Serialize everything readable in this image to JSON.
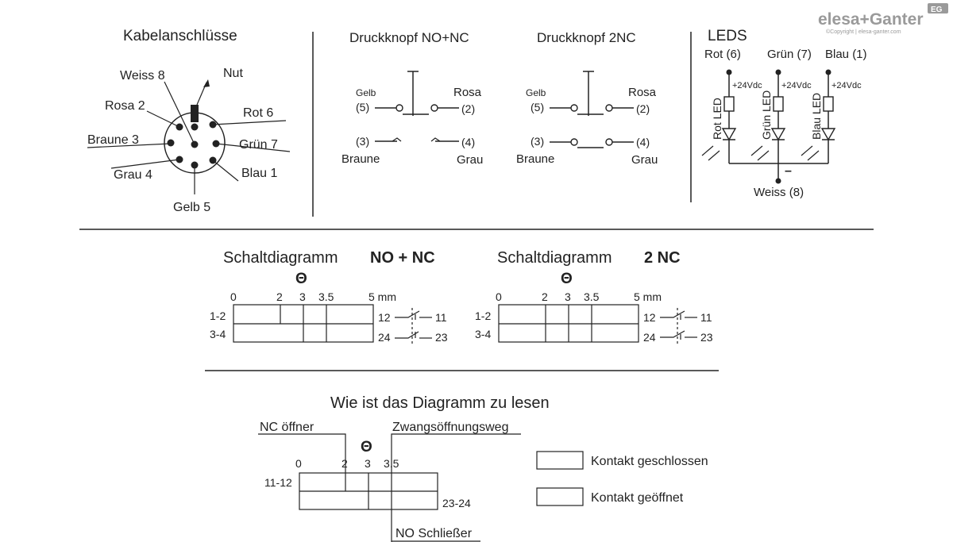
{
  "logo": {
    "text": "elesa+Ganter",
    "badge": "EG",
    "copyright": "©Copyright | elesa-ganter.com"
  },
  "connector": {
    "title": "Kabelanschlüsse",
    "notch": "Nut",
    "pins": [
      "Weiss 8",
      "Rosa 2",
      "Braune 3",
      "Grau 4",
      "Gelb 5",
      "Blau 1",
      "Grün 7",
      "Rot 6"
    ]
  },
  "button_no_nc": {
    "title": "Druckknopf NO+NC",
    "left_top": "Gelb",
    "left_top_num": "(5)",
    "right_top": "Rosa",
    "right_top_num": "(2)",
    "left_bottom_num": "(3)",
    "left_bottom": "Braune",
    "right_bottom_num": "(4)",
    "right_bottom": "Grau"
  },
  "button_2nc": {
    "title": "Druckknopf 2NC",
    "left_top": "Gelb",
    "left_top_num": "(5)",
    "right_top": "Rosa",
    "right_top_num": "(2)",
    "left_bottom_num": "(3)",
    "left_bottom": "Braune",
    "right_bottom_num": "(4)",
    "right_bottom": "Grau"
  },
  "leds": {
    "title": "LEDS",
    "columns": [
      {
        "top": "Rot (6)",
        "supply": "+24Vdc",
        "label": "Rot LED"
      },
      {
        "top": "Grün (7)",
        "supply": "+24Vdc",
        "label": "Grün LED"
      },
      {
        "top": "Blau (1)",
        "supply": "+24Vdc",
        "label": "Blau LED"
      }
    ],
    "minus": "–",
    "common": "Weiss (8)"
  },
  "switch_no_nc": {
    "title": "Schaltdiagramm",
    "title_bold": "NO + NC",
    "symbol": "Θ",
    "scale": [
      "0",
      "2",
      "3",
      "3.5",
      "5 mm"
    ],
    "rows": [
      "1-2",
      "3-4"
    ],
    "right": [
      "12",
      "11",
      "24",
      "23"
    ]
  },
  "switch_2nc": {
    "title": "Schaltdiagramm",
    "title_bold": "2 NC",
    "symbol": "Θ",
    "scale": [
      "0",
      "2",
      "3",
      "3.5",
      "5 mm"
    ],
    "rows": [
      "1-2",
      "3-4"
    ],
    "right": [
      "12",
      "11",
      "24",
      "23"
    ]
  },
  "howto": {
    "title": "Wie ist das Diagramm zu lesen",
    "nc_opener": "NC öffner",
    "forced": "Zwangsöffnungsweg",
    "symbol": "Θ",
    "scale": [
      "0",
      "2",
      "3",
      "3.5"
    ],
    "row_top": "11-12",
    "row_bottom": "23-24",
    "no_closer": "NO Schließer"
  },
  "legend": {
    "closed": "Kontakt geschlossen",
    "open": "Kontakt geöffnet"
  }
}
